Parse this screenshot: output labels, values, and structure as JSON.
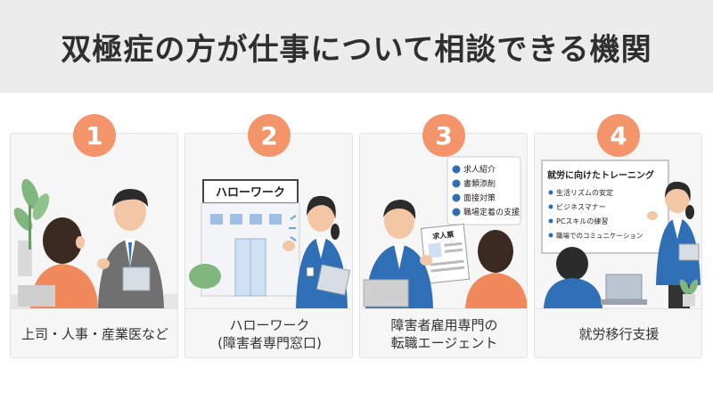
{
  "title": "双極症の方が仕事について相談できる機関",
  "colors": {
    "accent": "#f3946b",
    "header_bg": "#ececec",
    "suit": "#2f6fb5",
    "orange_shirt": "#f08a5d"
  },
  "cards": [
    {
      "number": "1",
      "caption_lines": [
        "上司・人事・産業医など"
      ]
    },
    {
      "number": "2",
      "caption_lines": [
        "ハローワーク",
        "(障害者専門窓口)"
      ],
      "sign_text": "ハローワーク"
    },
    {
      "number": "3",
      "caption_lines": [
        "障害者雇用専門の",
        "転職エージェント"
      ],
      "checklist": [
        "求人紹介",
        "書類添削",
        "面接対策",
        "職場定着の支援"
      ],
      "doc_title": "求人票"
    },
    {
      "number": "4",
      "caption_lines": [
        "就労移行支援"
      ],
      "board_title": "就労に向けたトレーニング",
      "board_items": [
        "生活リズムの安定",
        "ビジネスマナー",
        "PCスキルの練習",
        "職場でのコミュニケーション"
      ]
    }
  ]
}
